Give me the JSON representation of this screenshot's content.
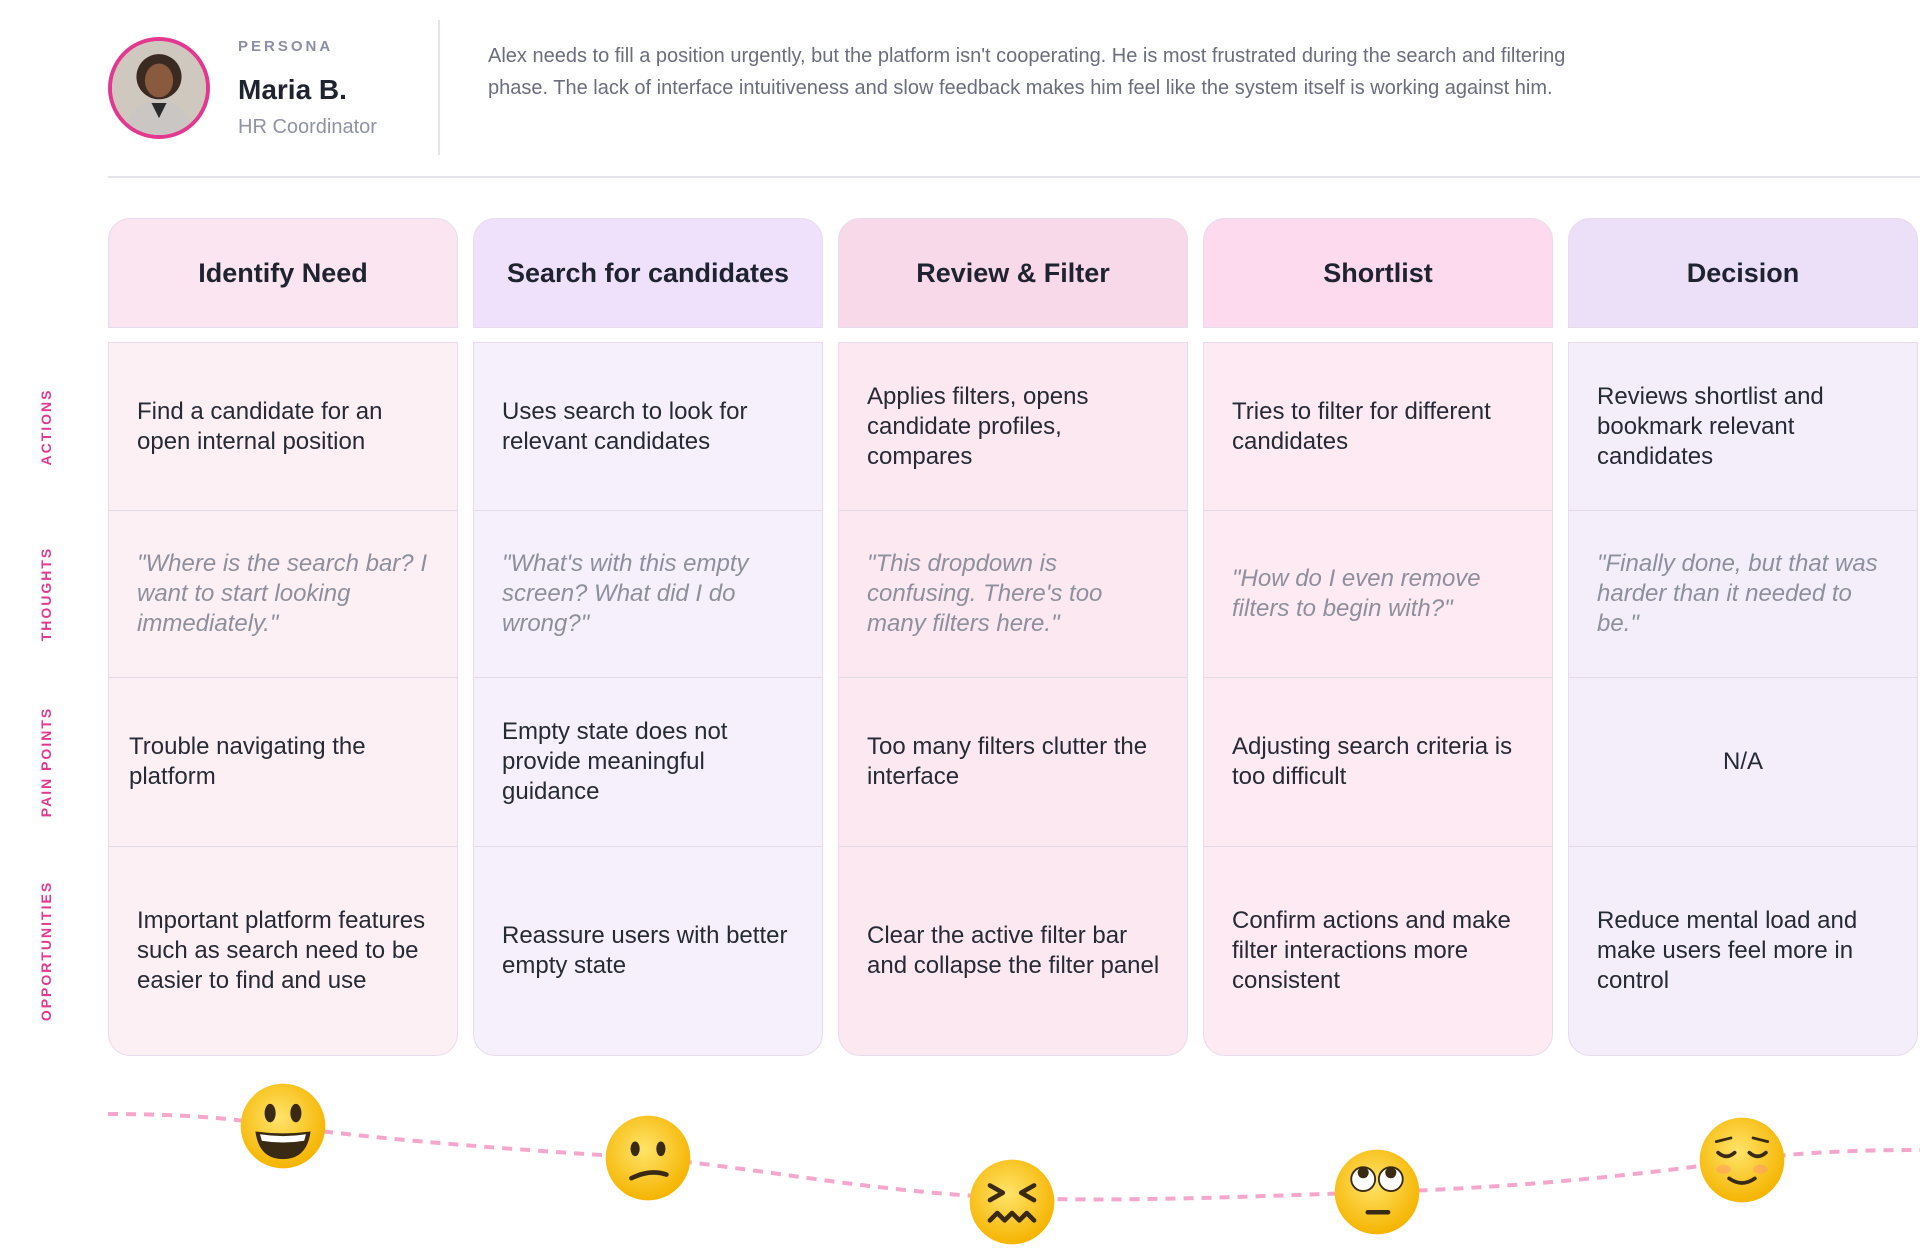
{
  "persona": {
    "kicker": "PERSONA",
    "name": "Maria B.",
    "role": "HR Coordinator",
    "description": "Alex needs to fill a position urgently, but the platform isn't cooperating. He is most frustrated during the search and filtering phase. The lack of interface intuitiveness and slow feedback makes him feel like the system itself is working against him."
  },
  "row_labels": [
    "ACTIONS",
    "THOUGHTS",
    "PAIN POINTS",
    "OPPORTUNITIES"
  ],
  "stages": [
    {
      "title": "Identify Need",
      "color": "#fbe5f1",
      "body_color": "#fdf0f5",
      "actions": "Find a candidate for an open internal position",
      "thoughts": "\"Where is the search bar? I want to start looking immediately.\"",
      "pain_points": "Trouble navigating the platform",
      "opportunities": "Important platform features such as search need to be easier to find and use",
      "emotion": "smiling"
    },
    {
      "title": "Search for candidates",
      "color": "#efe0fb",
      "body_color": "#f6effc",
      "actions": "Uses search to look for relevant candidates",
      "thoughts": "\"What's with this empty screen? What did I do wrong?\"",
      "pain_points": "Empty state does not provide meaningful guidance",
      "opportunities": "Reassure users with better empty state",
      "emotion": "confused"
    },
    {
      "title": "Review & Filter",
      "color": "#f8d9ea",
      "body_color": "#fbe8f1",
      "actions": "Applies filters, opens candidate profiles, compares",
      "thoughts": "\"This dropdown is confusing. There's too many filters here.\"",
      "pain_points": "Too many filters clutter the interface",
      "opportunities": "Clear the active filter bar and collapse the filter panel",
      "emotion": "frustrated"
    },
    {
      "title": "Shortlist",
      "color": "#fddaee",
      "body_color": "#fdeaf3",
      "actions": "Tries to filter for different candidates",
      "thoughts": "\"How do I even remove filters to begin with?\"",
      "pain_points": "Adjusting search criteria is too difficult",
      "opportunities": "Confirm actions and make filter interactions more consistent",
      "emotion": "eye-roll"
    },
    {
      "title": "Decision",
      "color": "#ebe0f8",
      "body_color": "#f4eefb",
      "actions": "Reviews shortlist and bookmark relevant candidates",
      "thoughts": "\"Finally done, but that was harder than it needed to be.\"",
      "pain_points": "N/A",
      "opportunities": "Reduce mental load and make users feel more in control",
      "emotion": "relieved"
    }
  ],
  "colors": {
    "accent": "#e2388f",
    "curve": "#f5a6cc"
  }
}
